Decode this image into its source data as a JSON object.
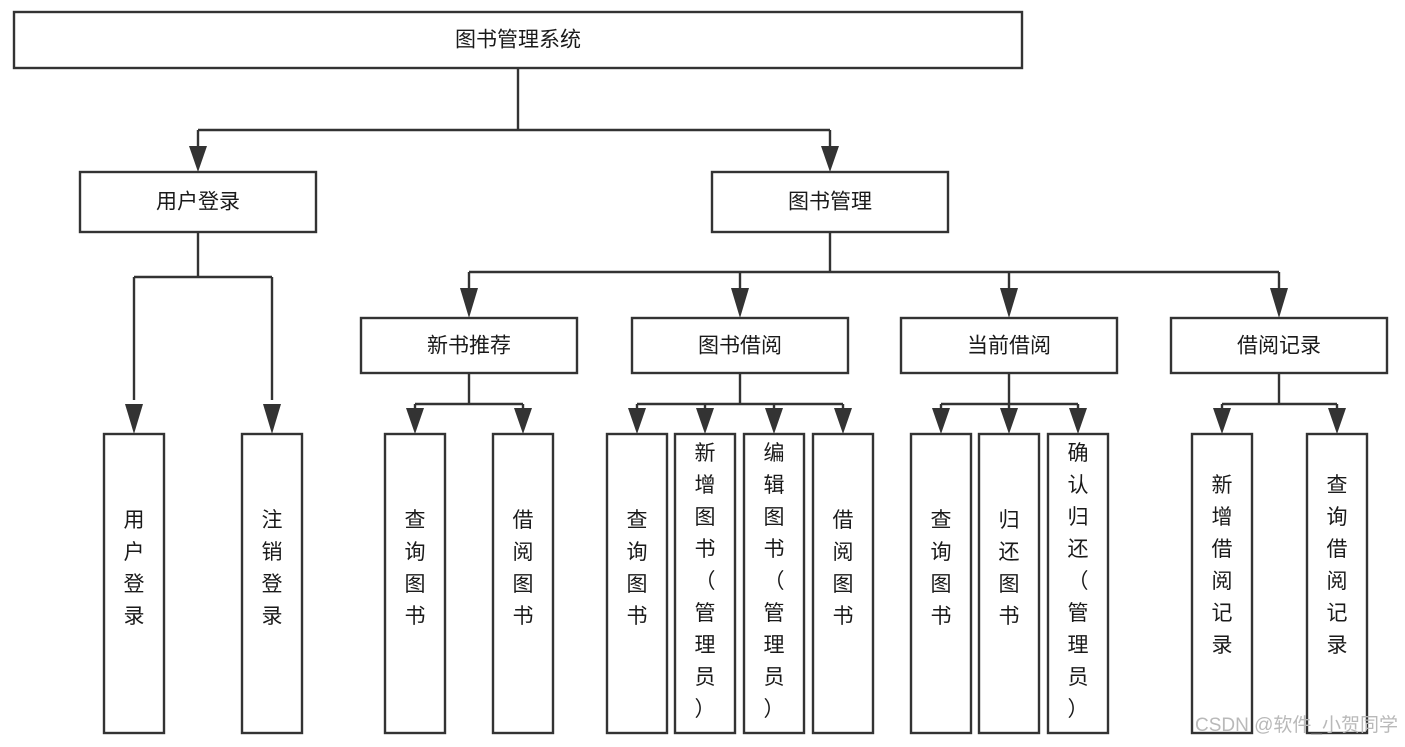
{
  "diagram": {
    "type": "tree",
    "title": "图书管理系统",
    "orientation": "top-down",
    "background_color": "#ffffff",
    "stroke_color": "#333333",
    "text_color": "#1a1a1a"
  },
  "nodes": {
    "root": {
      "label": "图书管理系统",
      "level": 0,
      "orientation": "horizontal"
    },
    "l1": [
      {
        "id": "user-login",
        "label": "用户登录",
        "level": 1,
        "orientation": "horizontal"
      },
      {
        "id": "book-manage",
        "label": "图书管理",
        "level": 1,
        "orientation": "horizontal"
      }
    ],
    "l2": [
      {
        "id": "new-book-rec",
        "label": "新书推荐",
        "level": 2,
        "orientation": "horizontal",
        "parent": "book-manage"
      },
      {
        "id": "book-borrow",
        "label": "图书借阅",
        "level": 2,
        "orientation": "horizontal",
        "parent": "book-manage"
      },
      {
        "id": "current-borrow",
        "label": "当前借阅",
        "level": 2,
        "orientation": "horizontal",
        "parent": "book-manage"
      },
      {
        "id": "borrow-record",
        "label": "借阅记录",
        "level": 2,
        "orientation": "horizontal",
        "parent": "book-manage"
      }
    ],
    "leaves": [
      {
        "id": "leaf-user-login",
        "label": "用户登录",
        "parent": "user-login",
        "orientation": "vertical"
      },
      {
        "id": "leaf-logout",
        "label": "注销登录",
        "parent": "user-login",
        "orientation": "vertical"
      },
      {
        "id": "leaf-query-book-1",
        "label": "查询图书",
        "parent": "new-book-rec",
        "orientation": "vertical"
      },
      {
        "id": "leaf-borrow-book-1",
        "label": "借阅图书",
        "parent": "new-book-rec",
        "orientation": "vertical"
      },
      {
        "id": "leaf-query-book-2",
        "label": "查询图书",
        "parent": "book-borrow",
        "orientation": "vertical"
      },
      {
        "id": "leaf-add-book",
        "label": "新增图书（管理员）",
        "parent": "book-borrow",
        "orientation": "vertical"
      },
      {
        "id": "leaf-edit-book",
        "label": "编辑图书（管理员）",
        "parent": "book-borrow",
        "orientation": "vertical"
      },
      {
        "id": "leaf-borrow-book-2",
        "label": "借阅图书",
        "parent": "book-borrow",
        "orientation": "vertical"
      },
      {
        "id": "leaf-query-book-3",
        "label": "查询图书",
        "parent": "current-borrow",
        "orientation": "vertical"
      },
      {
        "id": "leaf-return-book",
        "label": "归还图书",
        "parent": "current-borrow",
        "orientation": "vertical"
      },
      {
        "id": "leaf-confirm-return",
        "label": "确认归还（管理员）",
        "parent": "current-borrow",
        "orientation": "vertical"
      },
      {
        "id": "leaf-add-record",
        "label": "新增借阅记录",
        "parent": "borrow-record",
        "orientation": "vertical"
      },
      {
        "id": "leaf-query-record",
        "label": "查询借阅记录",
        "parent": "borrow-record",
        "orientation": "vertical"
      }
    ]
  },
  "watermark": {
    "text": "CSDN @软件_小贺同学"
  }
}
